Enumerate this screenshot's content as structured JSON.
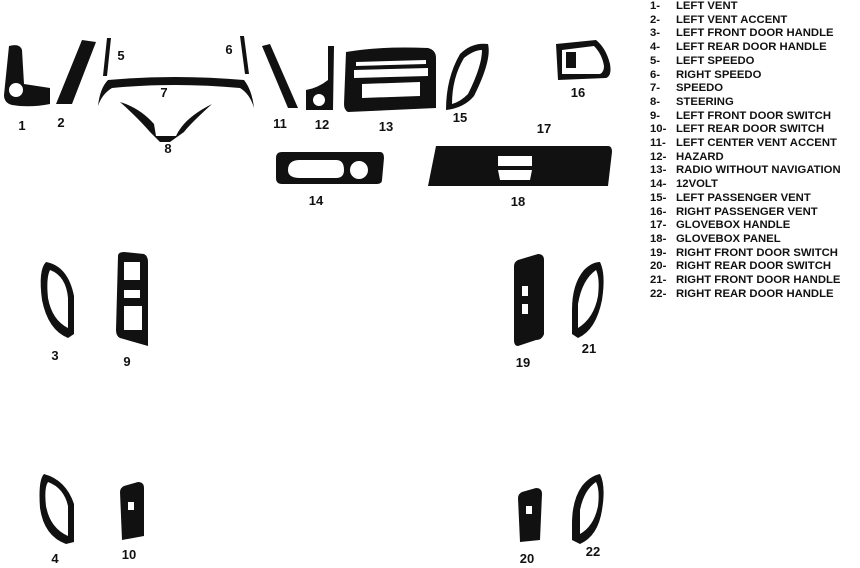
{
  "diagram": {
    "callouts": [
      "1",
      "2",
      "3",
      "4",
      "5",
      "6",
      "7",
      "8",
      "9",
      "10",
      "11",
      "12",
      "13",
      "14",
      "15",
      "16",
      "17",
      "18",
      "19",
      "20",
      "21",
      "22"
    ],
    "fill_color": "#111111",
    "background_color": "#ffffff"
  },
  "legend": [
    {
      "num": "1-",
      "label": "LEFT VENT"
    },
    {
      "num": "2-",
      "label": "LEFT VENT ACCENT"
    },
    {
      "num": "3-",
      "label": "LEFT FRONT DOOR HANDLE"
    },
    {
      "num": "4-",
      "label": "LEFT REAR DOOR HANDLE"
    },
    {
      "num": "5-",
      "label": "LEFT SPEEDO"
    },
    {
      "num": "6-",
      "label": "RIGHT SPEEDO"
    },
    {
      "num": "7-",
      "label": "SPEEDO"
    },
    {
      "num": "8-",
      "label": "STEERING"
    },
    {
      "num": "9-",
      "label": "LEFT FRONT DOOR SWITCH"
    },
    {
      "num": "10-",
      "label": "LEFT REAR  DOOR SWITCH"
    },
    {
      "num": "11-",
      "label": "LEFT CENTER VENT ACCENT"
    },
    {
      "num": "12-",
      "label": "HAZARD"
    },
    {
      "num": "13-",
      "label": "RADIO WITHOUT NAVIGATION"
    },
    {
      "num": "14-",
      "label": "12VOLT"
    },
    {
      "num": "15-",
      "label": "LEFT PASSENGER VENT"
    },
    {
      "num": "16-",
      "label": "RIGHT PASSENGER VENT"
    },
    {
      "num": "17-",
      "label": "GLOVEBOX HANDLE"
    },
    {
      "num": "18-",
      "label": "GLOVEBOX PANEL"
    },
    {
      "num": "19-",
      "label": "RIGHT FRONT DOOR SWITCH"
    },
    {
      "num": "20-",
      "label": "RIGHT REAR DOOR SWITCH"
    },
    {
      "num": "21-",
      "label": "RIGHT FRONT DOOR HANDLE"
    },
    {
      "num": "22-",
      "label": "RIGHT REAR DOOR HANDLE"
    }
  ]
}
